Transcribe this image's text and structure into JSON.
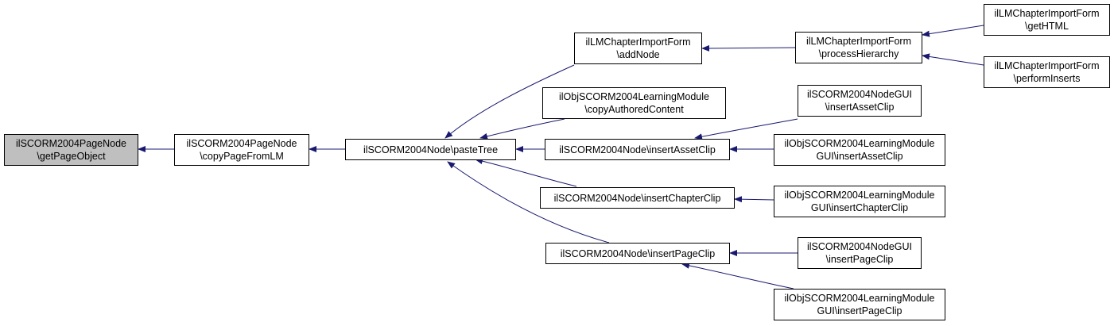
{
  "diagram": {
    "colors": {
      "edge": "#191970",
      "node_border": "#000000",
      "focus_fill": "#bfbfbf",
      "node_fill": "#ffffff"
    },
    "nodes": {
      "getPageObject": {
        "line1": "ilSCORM2004PageNode",
        "line2": "\\getPageObject"
      },
      "copyPageFromLM": {
        "line1": "ilSCORM2004PageNode",
        "line2": "\\copyPageFromLM"
      },
      "pasteTree": {
        "line1": "ilSCORM2004Node\\pasteTree"
      },
      "addNode": {
        "line1": "ilLMChapterImportForm",
        "line2": "\\addNode"
      },
      "copyAuthoredContent": {
        "line1": "ilObjSCORM2004LearningModule",
        "line2": "\\copyAuthoredContent"
      },
      "insertAssetClip": {
        "line1": "ilSCORM2004Node\\insertAssetClip"
      },
      "insertChapterClip": {
        "line1": "ilSCORM2004Node\\insertChapterClip"
      },
      "insertPageClip": {
        "line1": "ilSCORM2004Node\\insertPageClip"
      },
      "processHierarchy": {
        "line1": "ilLMChapterImportForm",
        "line2": "\\processHierarchy"
      },
      "nodeGuiInsertAssetClip": {
        "line1": "ilSCORM2004NodeGUI",
        "line2": "\\insertAssetClip"
      },
      "lmGuiInsertAssetClip": {
        "line1": "ilObjSCORM2004LearningModule",
        "line2": "GUI\\insertAssetClip"
      },
      "lmGuiInsertChapterClip": {
        "line1": "ilObjSCORM2004LearningModule",
        "line2": "GUI\\insertChapterClip"
      },
      "nodeGuiInsertPageClip": {
        "line1": "ilSCORM2004NodeGUI",
        "line2": "\\insertPageClip"
      },
      "lmGuiInsertPageClip": {
        "line1": "ilObjSCORM2004LearningModule",
        "line2": "GUI\\insertPageClip"
      },
      "getHTML": {
        "line1": "ilLMChapterImportForm",
        "line2": "\\getHTML"
      },
      "performInserts": {
        "line1": "ilLMChapterImportForm",
        "line2": "\\performInserts"
      }
    }
  }
}
